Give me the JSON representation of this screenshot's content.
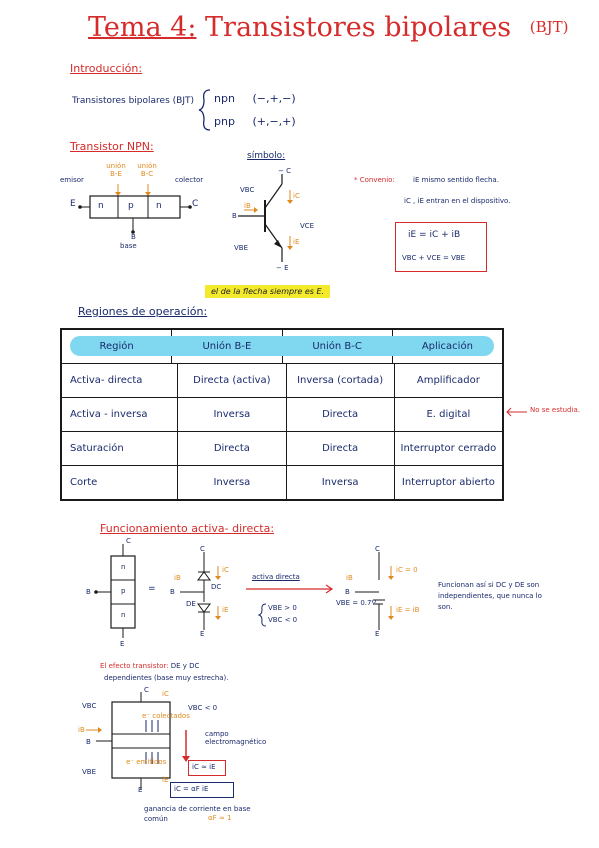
{
  "title": {
    "part1": "Tema 4:",
    "part2": "Transistores bipolares",
    "part3": "(BJT)"
  },
  "intro": {
    "heading": "Introducción:",
    "label": "Transistores bipolares (BJT)",
    "npn": "npn",
    "npn_signs": "(−,+,−)",
    "pnp": "pnp",
    "pnp_signs": "(+,−,+)"
  },
  "npn_section": {
    "heading": "Transistor NPN:",
    "union_be": "unión B-E",
    "union_bc": "unión B-C",
    "emisor": "emisor",
    "colector": "colector",
    "base": "base",
    "E": "E",
    "C": "C",
    "B": "B",
    "n1": "n",
    "p": "p",
    "n2": "n",
    "simbolo": "símbolo:",
    "sym_C": "− C",
    "sym_E": "− E",
    "sym_B": "B",
    "vbc": "VBC",
    "vbe": "VBE",
    "vce": "VCE",
    "ib": "iB",
    "ic": "iC",
    "ie": "iE",
    "plus": "+",
    "minus": "−",
    "convenio_label": "* Convenio:",
    "convenio_1": "iE mismo sentido flecha.",
    "convenio_2": "iC , iE entran en el dispositivo.",
    "eq1": "iE = iC + iB",
    "eq2": "VBC + VCE = VBE",
    "note": "el de la flecha siempre es E."
  },
  "regions": {
    "heading": "Regiones de operación:",
    "headers": [
      "Región",
      "Unión B-E",
      "Unión B-C",
      "Aplicación"
    ],
    "rows": [
      [
        "Activa- directa",
        "Directa (activa)",
        "Inversa (cortada)",
        "Amplificador"
      ],
      [
        "Activa - inversa",
        "Inversa",
        "Directa",
        "E. digital"
      ],
      [
        "Saturación",
        "Directa",
        "Directa",
        "Interruptor cerrado"
      ],
      [
        "Corte",
        "Inversa",
        "Inversa",
        "Interruptor abierto"
      ]
    ],
    "side_note": "No se estudia."
  },
  "activa": {
    "heading": "Funcionamiento activa- directa:",
    "C": "C",
    "B": "B",
    "E": "E",
    "n": "n",
    "p": "p",
    "eq": "=",
    "arrow_label": "activa directa",
    "ib": "iB",
    "ic": "iC",
    "ie": "iE",
    "dc": "DC",
    "de": "DE",
    "cond1": "VBE > 0",
    "cond2": "VBC < 0",
    "ic0": "iC = 0",
    "vbe07": "VBE = 0.7V",
    "ieib": "iE = iB",
    "note": "Funcionan así si DC y DE son independientes, que nunca lo son."
  },
  "efecto": {
    "heading": "El efecto transistor:",
    "text1": "DE y DC",
    "text2": "dependientes (base muy estrecha).",
    "vbc": "VBC",
    "vbe": "VBE",
    "vbc_lt": "VBC < 0",
    "ic": "iC",
    "ib": "iB",
    "ie": "iE",
    "e_emitidos": "e⁻ emitidos",
    "e_colectados": "e⁻ colectados",
    "campo": "campo electromagnético",
    "E": "E",
    "C": "C",
    "B": "B",
    "box1": "iC ≈ iE",
    "box2": "iC = αF iE",
    "ganancia": "ganancia de corriente en base común",
    "alpha": "αF ≈ 1"
  }
}
